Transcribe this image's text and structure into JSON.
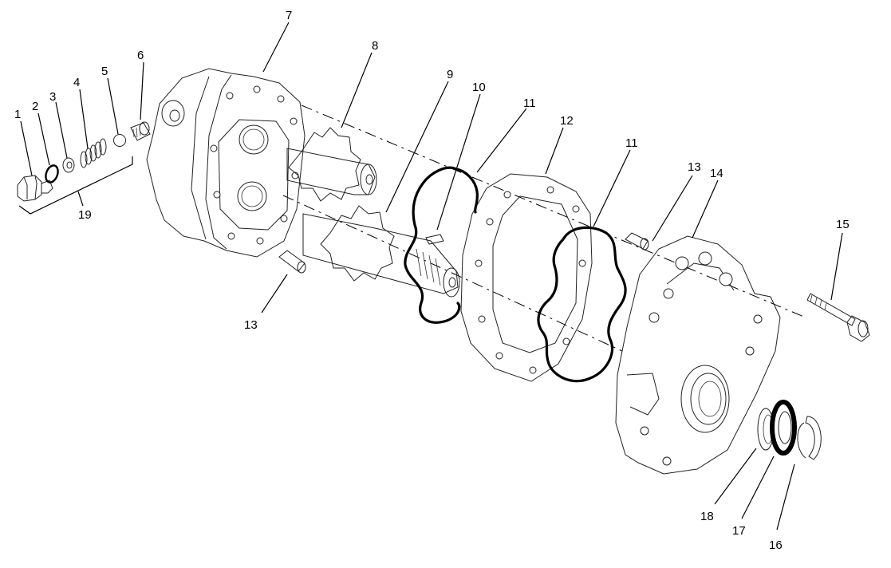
{
  "title": "",
  "callouts": [
    {
      "id": "c1",
      "text": "1"
    },
    {
      "id": "c2",
      "text": "2"
    },
    {
      "id": "c3",
      "text": "3"
    },
    {
      "id": "c4",
      "text": "4"
    },
    {
      "id": "c5",
      "text": "5"
    },
    {
      "id": "c6",
      "text": "6"
    },
    {
      "id": "c7",
      "text": "7"
    },
    {
      "id": "c8",
      "text": "8"
    },
    {
      "id": "c9",
      "text": "9"
    },
    {
      "id": "c10",
      "text": "10"
    },
    {
      "id": "c11a",
      "text": "11"
    },
    {
      "id": "c12",
      "text": "12"
    },
    {
      "id": "c11b",
      "text": "11"
    },
    {
      "id": "c13a",
      "text": "13"
    },
    {
      "id": "c14",
      "text": "14"
    },
    {
      "id": "c15",
      "text": "15"
    },
    {
      "id": "c13b",
      "text": "13"
    },
    {
      "id": "c18",
      "text": "18"
    },
    {
      "id": "c17",
      "text": "17"
    },
    {
      "id": "c16",
      "text": "16"
    },
    {
      "id": "c19",
      "text": "19"
    }
  ]
}
